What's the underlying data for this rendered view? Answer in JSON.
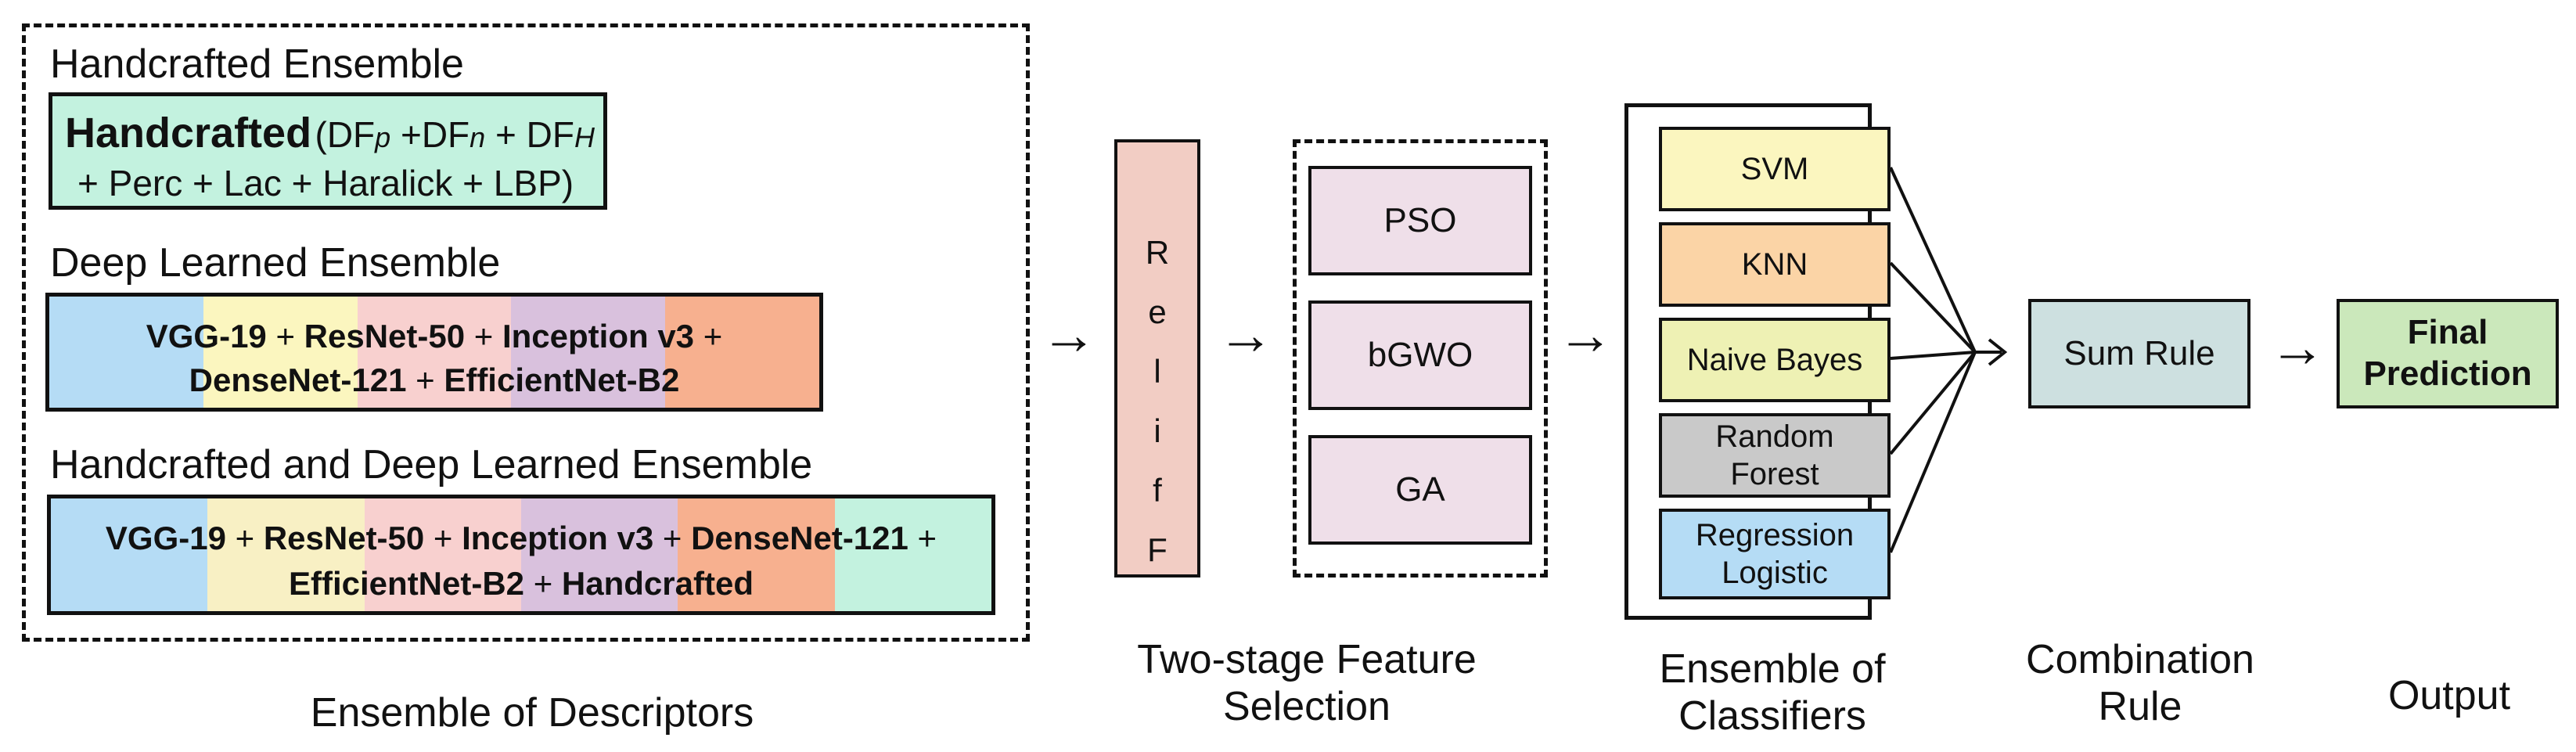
{
  "descriptors": {
    "caption": "Ensemble of Descriptors",
    "handcrafted_ensemble": {
      "title": "Handcrafted Ensemble",
      "color": "#c3f2df",
      "label_strong": "Handcrafted",
      "line1_parts": [
        "(DF",
        "p",
        " +DF",
        "n",
        " + DF",
        "H"
      ],
      "line2": "+ Perc + Lac + Haralick + LBP)"
    },
    "deep_ensemble": {
      "title": "Deep Learned Ensemble",
      "bands": [
        "#b5dcf5",
        "#fbf6bf",
        "#f8d0cf",
        "#d9c1dd",
        "#f7b08f"
      ],
      "line1": [
        {
          "text": "VGG-19",
          "bold": true
        },
        {
          "text": " + ",
          "bold": false
        },
        {
          "text": "ResNet-50",
          "bold": true
        },
        {
          "text": " + ",
          "bold": false
        },
        {
          "text": "Inception v3",
          "bold": true
        },
        {
          "text": " +",
          "bold": false
        }
      ],
      "line2": [
        {
          "text": "DenseNet-121",
          "bold": true
        },
        {
          "text": " + ",
          "bold": false
        },
        {
          "text": "EfficientNet-B2",
          "bold": true
        }
      ]
    },
    "combined_ensemble": {
      "title": "Handcrafted and Deep Learned Ensemble",
      "bands": [
        "#b5dcf5",
        "#f8f0c4",
        "#f8d0cf",
        "#d9c1dd",
        "#f7b08f",
        "#c3f2df"
      ],
      "line1": [
        {
          "text": "VGG-19",
          "bold": true
        },
        {
          "text": " + ",
          "bold": false
        },
        {
          "text": "ResNet-50",
          "bold": true
        },
        {
          "text": " + ",
          "bold": false
        },
        {
          "text": "Inception v3",
          "bold": true
        },
        {
          "text": " + ",
          "bold": false
        },
        {
          "text": "DenseNet-121",
          "bold": true
        },
        {
          "text": " +",
          "bold": false
        }
      ],
      "line2": [
        {
          "text": "EfficientNet-B2",
          "bold": true
        },
        {
          "text": " + ",
          "bold": false
        },
        {
          "text": "Handcrafted",
          "bold": true
        }
      ]
    }
  },
  "arrow_glyph": "→",
  "relieff": {
    "letters": [
      "R",
      "e",
      "l",
      "i",
      "f",
      "F"
    ],
    "color": "#f2cdc4"
  },
  "feature_selection": {
    "caption_line1": "Two-stage Feature",
    "caption_line2": "Selection",
    "color": "#efdfe9",
    "methods": [
      "PSO",
      "bGWO",
      "GA"
    ]
  },
  "classifiers": {
    "caption_line1": "Ensemble of",
    "caption_line2": "Classifiers",
    "items": [
      {
        "label": "SVM",
        "color": "#fbf6bf"
      },
      {
        "label": "KNN",
        "color": "#fbd4a6"
      },
      {
        "label": "Naive Bayes",
        "color": "#eef1b4"
      },
      {
        "label": "Random Forest",
        "color": "#c9c9c9"
      },
      {
        "label": "Regression Logistic",
        "color": "#b5dcf5"
      }
    ]
  },
  "combination": {
    "caption_line1": "Combination",
    "caption_line2": "Rule",
    "label": "Sum Rule",
    "color": "#cde0e0"
  },
  "output": {
    "caption": "Output",
    "label": "Final Prediction",
    "color": "#cbe8bb"
  }
}
